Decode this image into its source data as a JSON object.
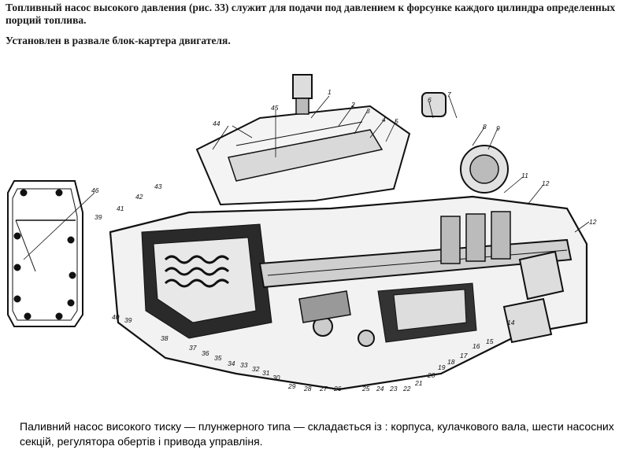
{
  "header": {
    "line1": "Топливный  насос высокого давления (рис. 33) служит для подачи под давлением к форсунке каждого цилиндра определенных порций топлива.",
    "line2": "Установлен в развале блок-картера двигателя."
  },
  "figure": {
    "part_labels": [
      "1",
      "2",
      "3",
      "4",
      "5",
      "6",
      "7",
      "8",
      "9",
      "11",
      "12",
      "12",
      "14",
      "15",
      "16",
      "17",
      "18",
      "19",
      "20",
      "21",
      "22",
      "23",
      "24",
      "25",
      "26",
      "27",
      "28",
      "29",
      "30",
      "31",
      "32",
      "33",
      "34",
      "35",
      "36",
      "37",
      "38",
      "39",
      "39",
      "40",
      "41",
      "42",
      "43",
      "44",
      "45",
      "46"
    ]
  },
  "caption": {
    "text": "Паливний  насос високого тиску — плунжерного типа — складається із : корпуса, кулачкового вала, шести насосних секцій, регулятора обертів і привода управліня."
  }
}
